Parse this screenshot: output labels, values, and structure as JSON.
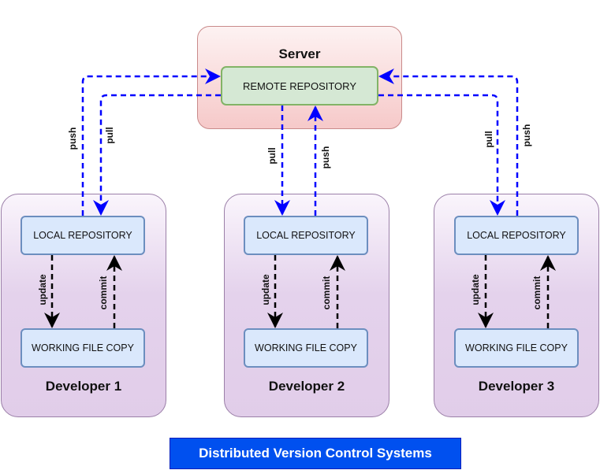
{
  "server": {
    "title": "Server",
    "remote_label": "REMOTE REPOSITORY"
  },
  "developers": [
    {
      "name": "Developer 1",
      "local_label": "LOCAL REPOSITORY",
      "working_label": "WORKING FILE COPY"
    },
    {
      "name": "Developer 2",
      "local_label": "LOCAL REPOSITORY",
      "working_label": "WORKING FILE COPY"
    },
    {
      "name": "Developer 3",
      "local_label": "LOCAL REPOSITORY",
      "working_label": "WORKING FILE COPY"
    }
  ],
  "edge_labels": {
    "push": "push",
    "pull": "pull",
    "update": "update",
    "commit": "commit"
  },
  "footer": {
    "title": "Distributed Version Control Systems"
  },
  "colors": {
    "server_arrows": "#0000ff",
    "local_arrows": "#000000",
    "footer_bg": "#0050ef"
  }
}
